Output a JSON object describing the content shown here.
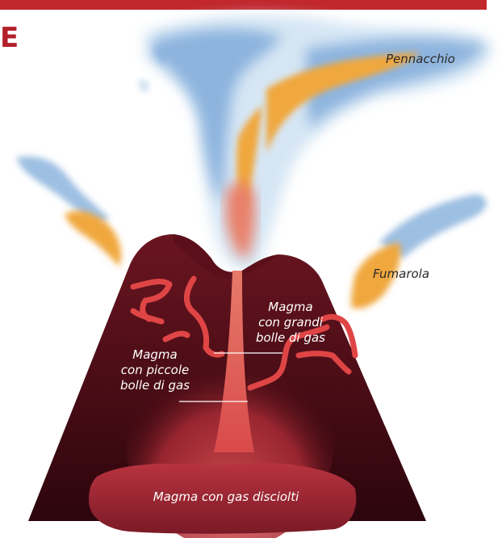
{
  "edge_text": "E",
  "labels": {
    "plume": "Pennacchio",
    "fumarole": "Fumarola",
    "large_bubbles": [
      "Magma",
      "con grandi",
      "bolle di gas"
    ],
    "small_bubbles": [
      "Magma",
      "con piccole",
      "bolle di gas"
    ],
    "dissolved": "Magma con gas disciolti"
  },
  "colors": {
    "accent_red": "#c1272d",
    "volcano_dark": "#3a0810",
    "magma_red": "#d94a4a",
    "plume_blue": "#7fa9d6",
    "plume_orange": "#f0a73c"
  }
}
